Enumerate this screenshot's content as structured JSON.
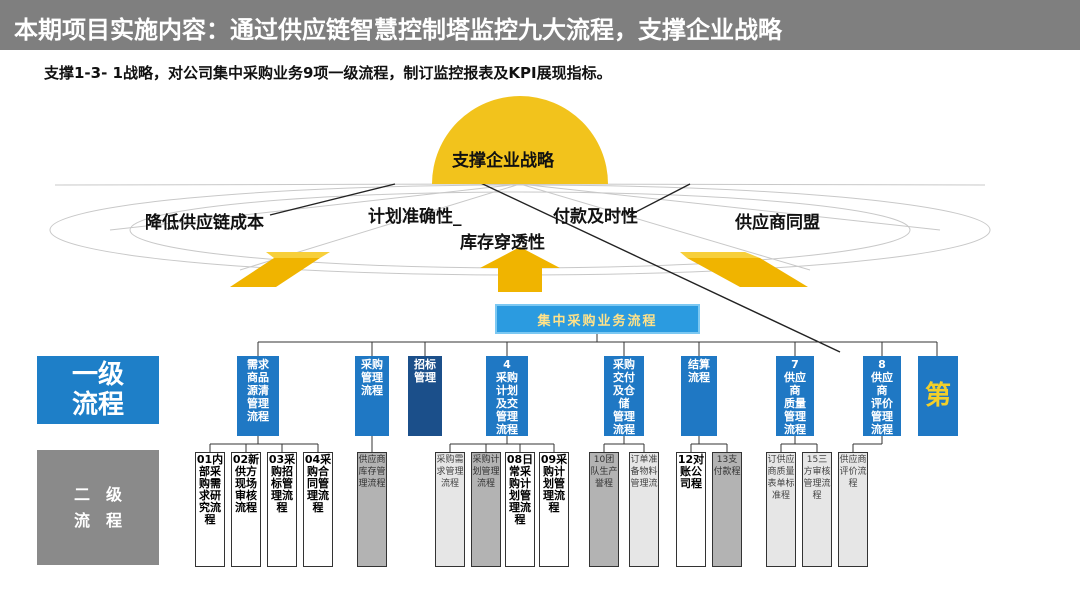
{
  "header": {
    "title": "本期项目实施内容：通过供应链智慧控制塔监控九大流程，支撑企业战略"
  },
  "subheader": {
    "text": "支撑1-3- 1战略，对公司集中采购业务9项一级流程，制订监控报表及KPI展现指标。"
  },
  "strategy": {
    "center": "支撑企业战略",
    "goals": [
      "降低供应链成本",
      "计划准确性_",
      "库存穿透性",
      "付款及时性",
      "供应商同盟"
    ]
  },
  "main_process": "集中采购业务流程",
  "levels": {
    "level1": "一级\n流程",
    "level2": "二　级\n流　程"
  },
  "level1_items": [
    {
      "label": "需求\n商品\n源清\n管理\n流程"
    },
    {
      "label": "采购\n管理\n流程"
    },
    {
      "label": "招标\n管理"
    },
    {
      "label": "4\n采购\n计划\n及交\n管理\n流程"
    },
    {
      "label": "采购\n交付\n及仓\n储\n管理\n流程"
    },
    {
      "label": "结算\n流程"
    },
    {
      "label": "7\n供应\n商\n质量\n管理\n流程"
    },
    {
      "label": "8\n供应\n商\n评价\n管理\n流程"
    },
    {
      "label": "第"
    }
  ],
  "level2_items": [
    {
      "label": "01内部采购需求研究流程"
    },
    {
      "label": "02新供方现场审核流程"
    },
    {
      "label": "03采购招标管理流程"
    },
    {
      "label": "04采购合同管理流程"
    },
    {
      "label": "供应商库存管理流程"
    },
    {
      "label": "采购需求管理流程"
    },
    {
      "label": "采购计划管理流程"
    },
    {
      "label": "08日常采购计划管理流程"
    },
    {
      "label": "09采购计划管理流程"
    },
    {
      "label": "10团队生产誉程"
    },
    {
      "label": "订单准备物料管理流"
    },
    {
      "label": "12对账公司程"
    },
    {
      "label": "13支付款程"
    },
    {
      "label": "订供应商质量表单标准程"
    },
    {
      "label": "15三方审核管理流程"
    },
    {
      "label": "供应商评价流程"
    }
  ],
  "colors": {
    "title_bar": "#7f7f7f",
    "sun": "#f2c31c",
    "box_blue": "#1f78c4",
    "accent": "#2b9be0"
  }
}
